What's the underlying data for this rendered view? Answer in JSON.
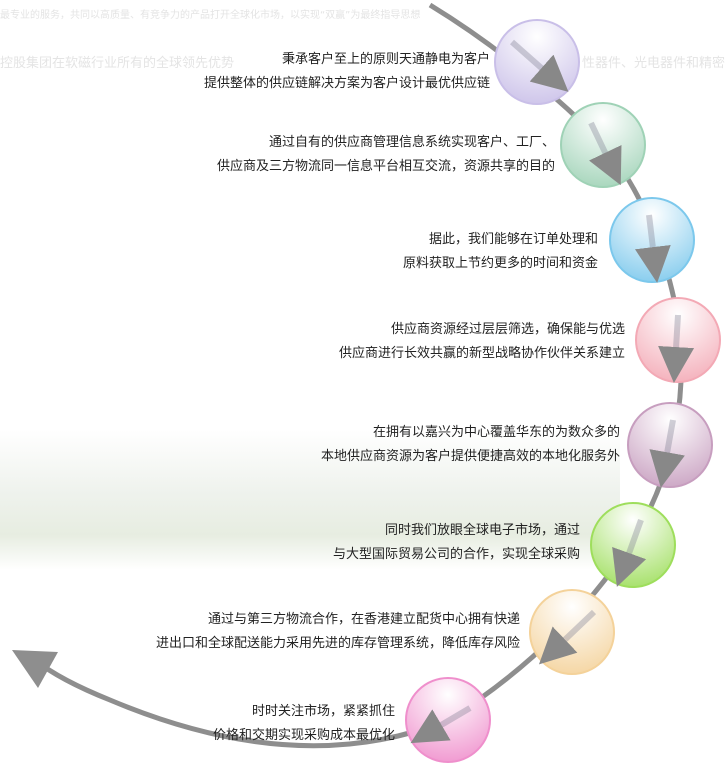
{
  "background_text": [
    "最专业的服务，共同以高质量、有竞争力的产品打开全球化市场，以实现“双赢”为最终指导思想",
    "控股集团在软磁行业所有的全球领先优势",
    "性器件、光电器件和精密"
  ],
  "steps": [
    {
      "line1": "秉承客户至上的原则天通静电为客户",
      "line2": "提供整体的供应链解决方案为客户设计最优供应链",
      "color": "#c9bfe8"
    },
    {
      "line1": "通过自有的供应商管理信息系统实现客户、工厂、",
      "line2": "供应商及三方物流同一信息平台相互交流，资源共享的目的",
      "color": "#9fd2b6"
    },
    {
      "line1": "据此，我们能够在订单处理和",
      "line2": "原料获取上节约更多的时间和资金",
      "color": "#7cc8ec"
    },
    {
      "line1": "供应商资源经过层层筛选，确保能与优选",
      "line2": "供应商进行长效共赢的新型战略协作伙伴关系建立",
      "color": "#f3a9b5"
    },
    {
      "line1": "在拥有以嘉兴为中心覆盖华东的为数众多的",
      "line2": "本地供应商资源为客户提供便捷高效的本地化服务外",
      "color": "#c79ebf"
    },
    {
      "line1": "同时我们放眼全球电子市场，通过",
      "line2": "与大型国际贸易公司的合作，实现全球采购",
      "color": "#9ede5c"
    },
    {
      "line1": "通过与第三方物流合作，在香港建立配货中心拥有快递",
      "line2": "进出口和全球配送能力采用先进的库存管理系统，降低库存风险",
      "color": "#f4d29a"
    },
    {
      "line1": "时时关注市场，紧紧抓住",
      "line2": "价格和交期实现采购成本最优化",
      "color": "#ef8fcc"
    }
  ]
}
